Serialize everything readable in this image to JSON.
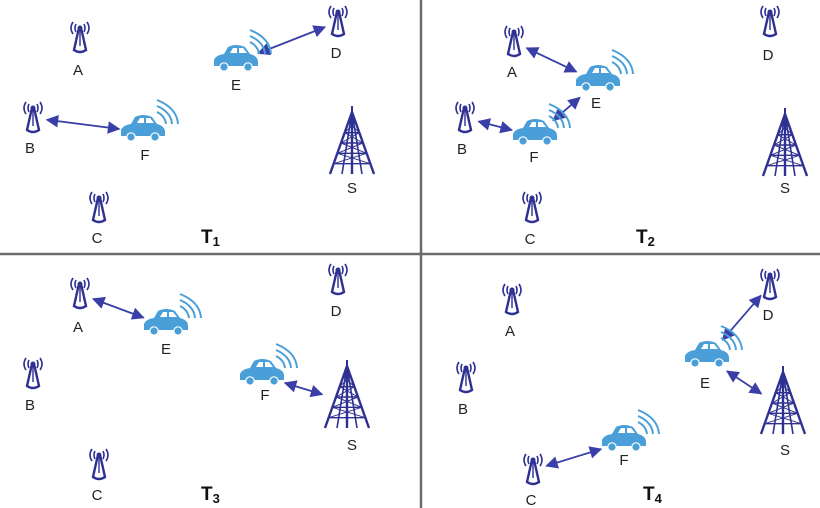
{
  "colors": {
    "node": "#2e3192",
    "car": "#4a9fd8",
    "link": "#3a3fa8",
    "divider": "#6b6b6b"
  },
  "panels": [
    {
      "title": "T",
      "subscript": "1",
      "nodes": [
        {
          "type": "antenna",
          "label": "A"
        },
        {
          "type": "antenna",
          "label": "B"
        },
        {
          "type": "antenna",
          "label": "C"
        },
        {
          "type": "antenna",
          "label": "D"
        },
        {
          "type": "car",
          "label": "E"
        },
        {
          "type": "car",
          "label": "F"
        },
        {
          "type": "tower",
          "label": "S"
        }
      ],
      "links": [
        [
          "B",
          "F"
        ],
        [
          "E",
          "D"
        ]
      ]
    },
    {
      "title": "T",
      "subscript": "2",
      "nodes": [
        {
          "type": "antenna",
          "label": "A"
        },
        {
          "type": "antenna",
          "label": "B"
        },
        {
          "type": "antenna",
          "label": "C"
        },
        {
          "type": "antenna",
          "label": "D"
        },
        {
          "type": "car",
          "label": "E"
        },
        {
          "type": "car",
          "label": "F"
        },
        {
          "type": "tower",
          "label": "S"
        }
      ],
      "links": [
        [
          "A",
          "E"
        ],
        [
          "E",
          "F"
        ],
        [
          "B",
          "F"
        ]
      ]
    },
    {
      "title": "T",
      "subscript": "3",
      "nodes": [
        {
          "type": "antenna",
          "label": "A"
        },
        {
          "type": "antenna",
          "label": "B"
        },
        {
          "type": "antenna",
          "label": "C"
        },
        {
          "type": "antenna",
          "label": "D"
        },
        {
          "type": "car",
          "label": "E"
        },
        {
          "type": "car",
          "label": "F"
        },
        {
          "type": "tower",
          "label": "S"
        }
      ],
      "links": [
        [
          "A",
          "E"
        ],
        [
          "F",
          "S"
        ]
      ]
    },
    {
      "title": "T",
      "subscript": "4",
      "nodes": [
        {
          "type": "antenna",
          "label": "A"
        },
        {
          "type": "antenna",
          "label": "B"
        },
        {
          "type": "antenna",
          "label": "C"
        },
        {
          "type": "antenna",
          "label": "D"
        },
        {
          "type": "car",
          "label": "E"
        },
        {
          "type": "car",
          "label": "F"
        },
        {
          "type": "tower",
          "label": "S"
        }
      ],
      "links": [
        [
          "D",
          "E"
        ],
        [
          "E",
          "S"
        ],
        [
          "C",
          "F"
        ]
      ]
    }
  ]
}
